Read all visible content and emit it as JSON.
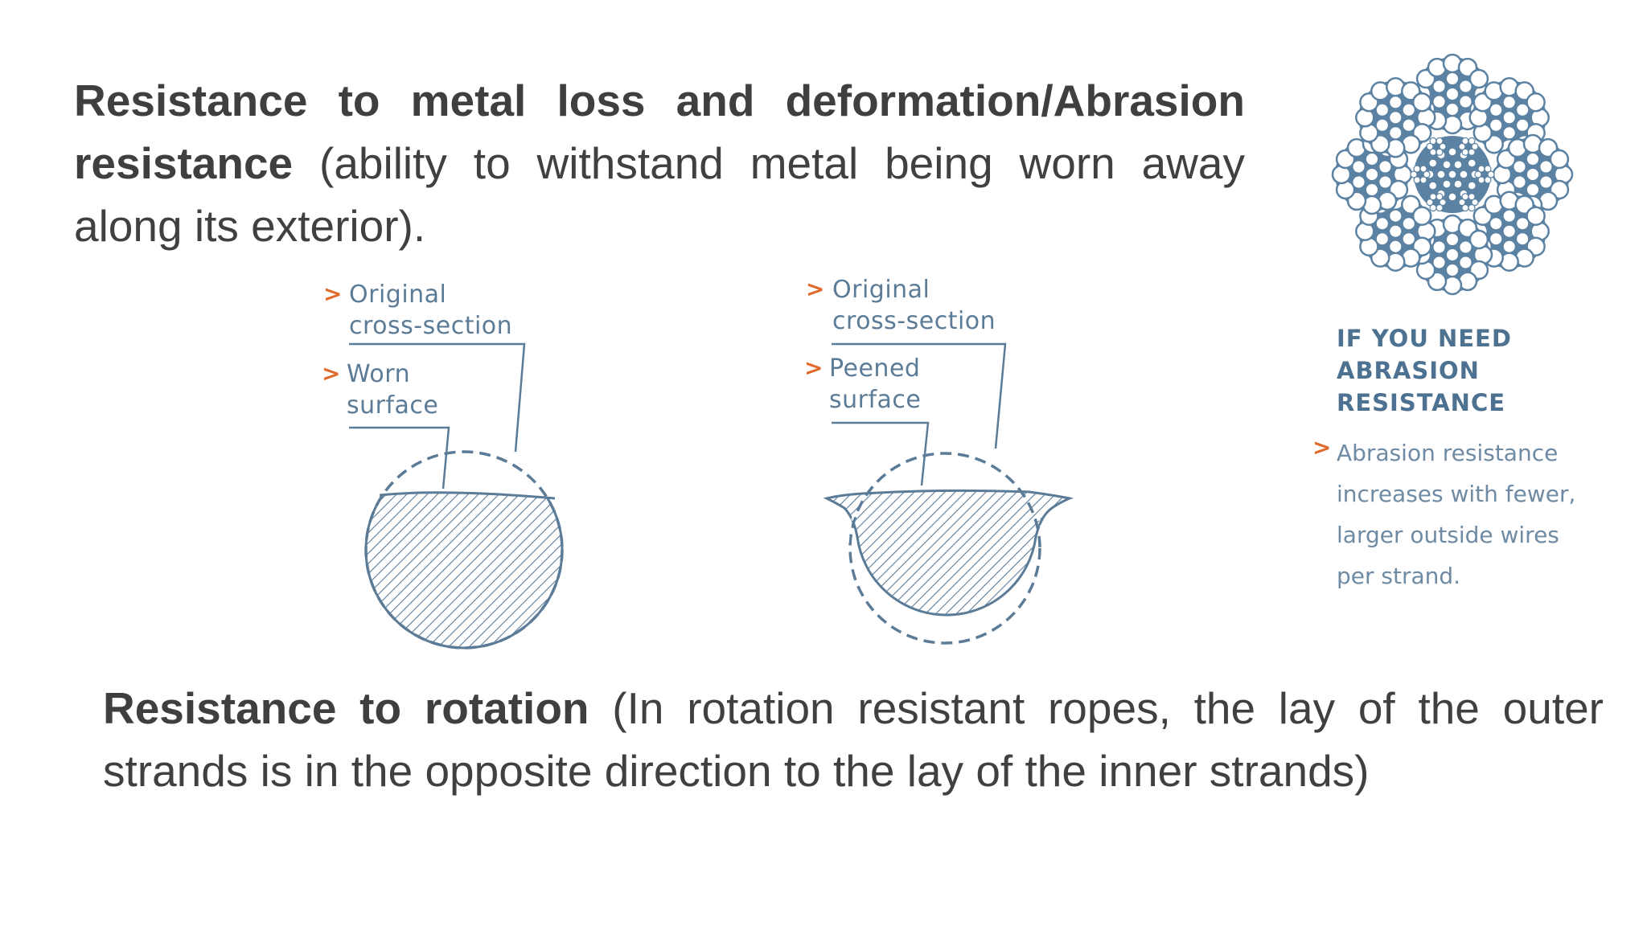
{
  "paragraph1": {
    "bold": "Resistance to metal loss and deformation/Abrasion resistance",
    "rest": " (ability to withstand metal being worn away along its exterior)."
  },
  "diagram_worn": {
    "label_original_line1": "Original",
    "label_original_line2": "cross-section",
    "label_surface_line1": "Worn",
    "label_surface_line2": "surface",
    "marker": ">"
  },
  "diagram_peened": {
    "label_original_line1": "Original",
    "label_original_line2": "cross-section",
    "label_surface_line1": "Peened",
    "label_surface_line2": "surface",
    "marker": ">"
  },
  "sidebar": {
    "heading_lines": [
      "IF YOU NEED",
      "ABRASION",
      "RESISTANCE"
    ],
    "marker": ">",
    "body_lines": [
      "Abrasion resistance",
      "increases with fewer,",
      "larger outside wires",
      "per strand."
    ],
    "accent_color": "#e06a2c",
    "rope_color": "#5b82a3"
  },
  "paragraph2": {
    "bold": "Resistance to rotation",
    "rest": " (In rotation resistant ropes, the lay of the outer strands is in the opposite direction to the lay of the inner strands)"
  }
}
